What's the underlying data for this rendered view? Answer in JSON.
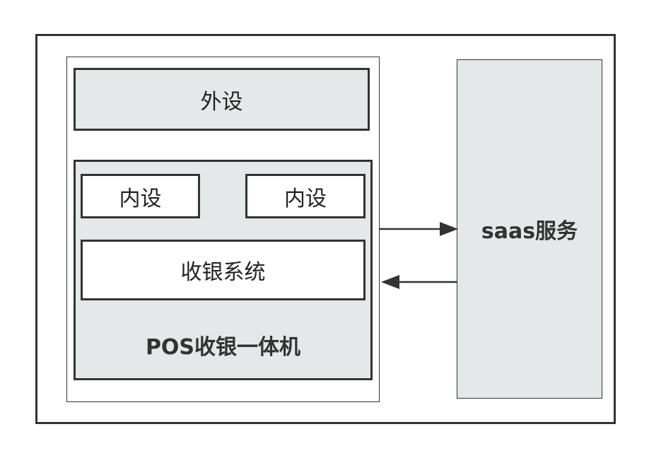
{
  "diagram": {
    "peripheral": {
      "label": "外设"
    },
    "pos_terminal": {
      "label": "POS收银一体机",
      "internal_devices": [
        {
          "label": "内设"
        },
        {
          "label": "内设"
        }
      ],
      "cashier_system": {
        "label": "收银系统"
      }
    },
    "saas_service": {
      "label": "saas服务"
    },
    "connections": [
      {
        "from": "pos_terminal",
        "to": "saas_service"
      },
      {
        "from": "saas_service",
        "to": "pos_terminal"
      }
    ]
  }
}
